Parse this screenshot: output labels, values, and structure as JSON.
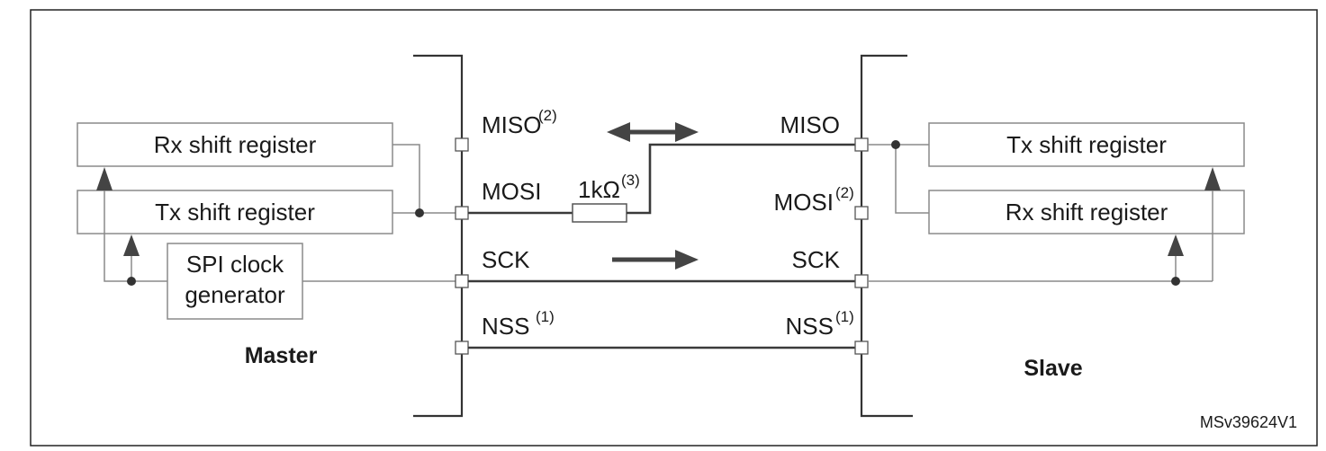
{
  "master": {
    "label": "Master",
    "rx_register": "Rx shift register",
    "tx_register": "Tx shift register",
    "clock_line1": "SPI clock",
    "clock_line2": "generator",
    "pins": {
      "miso": "MISO",
      "miso_note": "(2)",
      "mosi": "MOSI",
      "sck": "SCK",
      "nss": "NSS",
      "nss_note": "(1)"
    }
  },
  "slave": {
    "label": "Slave",
    "tx_register": "Tx shift register",
    "rx_register": "Rx shift register",
    "pins": {
      "miso": "MISO",
      "mosi": "MOSI",
      "mosi_note": "(2)",
      "sck": "SCK",
      "nss": "NSS",
      "nss_note": "(1)"
    }
  },
  "resistor": {
    "label": "1kΩ",
    "note": "(3)"
  },
  "figure_id": "MSv39624V1",
  "colors": {
    "line": "#3a3a3a",
    "box_border": "#8a8a8a"
  }
}
